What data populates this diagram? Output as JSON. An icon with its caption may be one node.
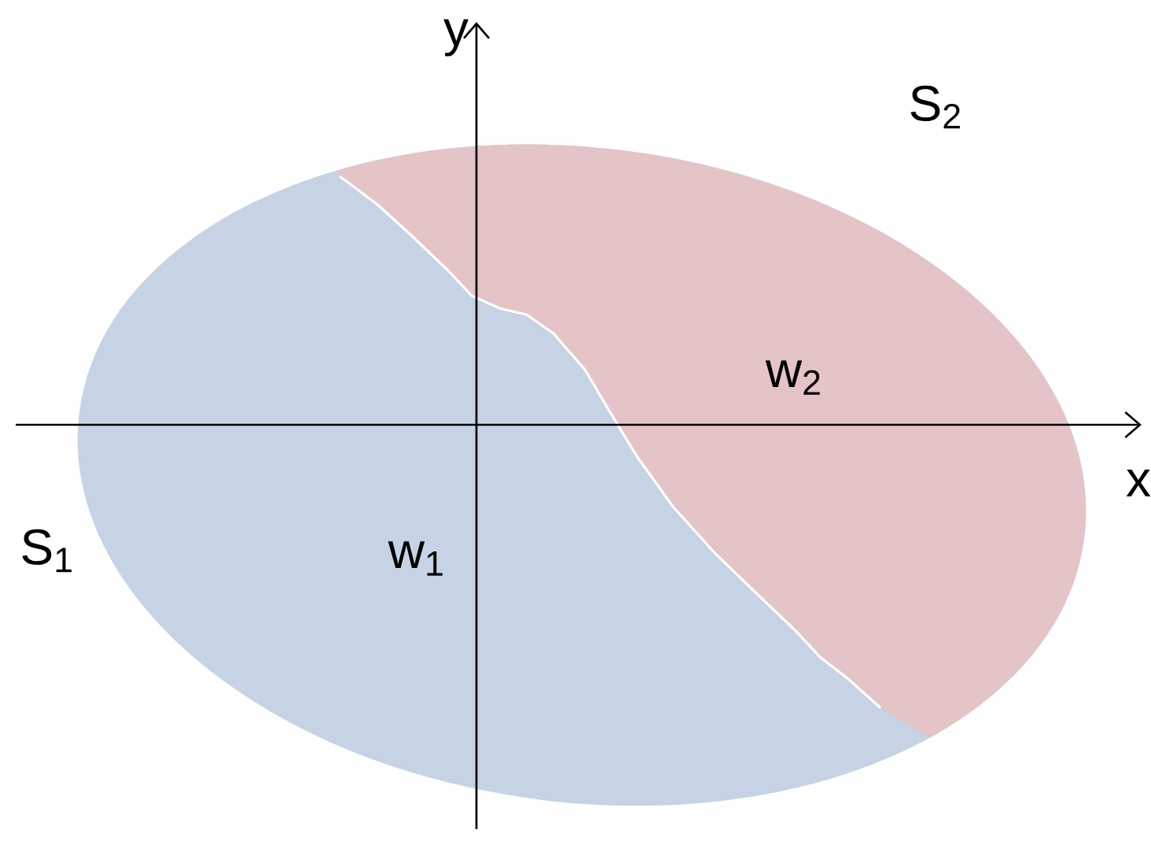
{
  "diagram": {
    "nodes": [
      {
        "text": [
          "w$_{1}$"
        ]
      },
      {
        "text": [
          "w$_{2}$"
        ]
      }
    ],
    "labels": [
      "y",
      "S$_{2}$",
      "x",
      "S$_{1}$"
    ]
  }
}
